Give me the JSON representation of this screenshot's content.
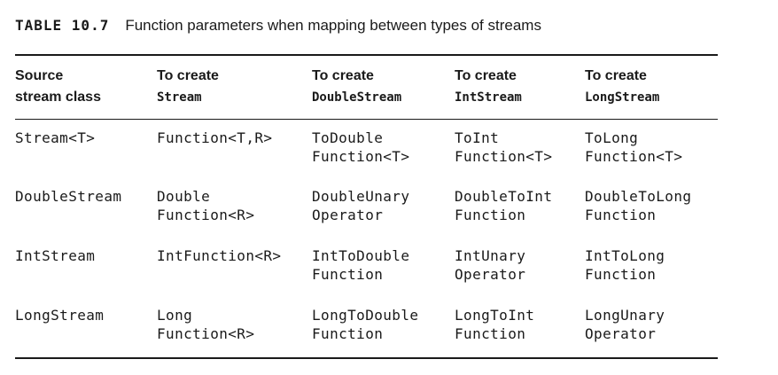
{
  "caption": {
    "number": "TABLE 10.7",
    "title": "Function parameters when mapping between types of streams"
  },
  "header": [
    {
      "lines": [
        "Source",
        "stream class"
      ],
      "code": false
    },
    {
      "lines": [
        "To create",
        "Stream"
      ],
      "code": true
    },
    {
      "lines": [
        "To create",
        "DoubleStream"
      ],
      "code": true
    },
    {
      "lines": [
        "To create",
        "IntStream"
      ],
      "code": true
    },
    {
      "lines": [
        "To create",
        "LongStream"
      ],
      "code": true
    }
  ],
  "rows": [
    [
      [
        "Stream<T>"
      ],
      [
        "Function<T,R>"
      ],
      [
        "ToDouble",
        "Function<T>"
      ],
      [
        "ToInt",
        "Function<T>"
      ],
      [
        "ToLong",
        "Function<T>"
      ]
    ],
    [
      [
        "DoubleStream"
      ],
      [
        "Double",
        "Function<R>"
      ],
      [
        "DoubleUnary",
        "Operator"
      ],
      [
        "DoubleToInt",
        "Function"
      ],
      [
        "DoubleToLong",
        "Function"
      ]
    ],
    [
      [
        "IntStream"
      ],
      [
        "IntFunction<R>"
      ],
      [
        "IntToDouble",
        "Function"
      ],
      [
        "IntUnary",
        "Operator"
      ],
      [
        "IntToLong",
        "Function"
      ]
    ],
    [
      [
        "LongStream"
      ],
      [
        "Long",
        "Function<R>"
      ],
      [
        "LongToDouble",
        "Function"
      ],
      [
        "LongToInt",
        "Function"
      ],
      [
        "LongUnary",
        "Operator"
      ]
    ]
  ]
}
